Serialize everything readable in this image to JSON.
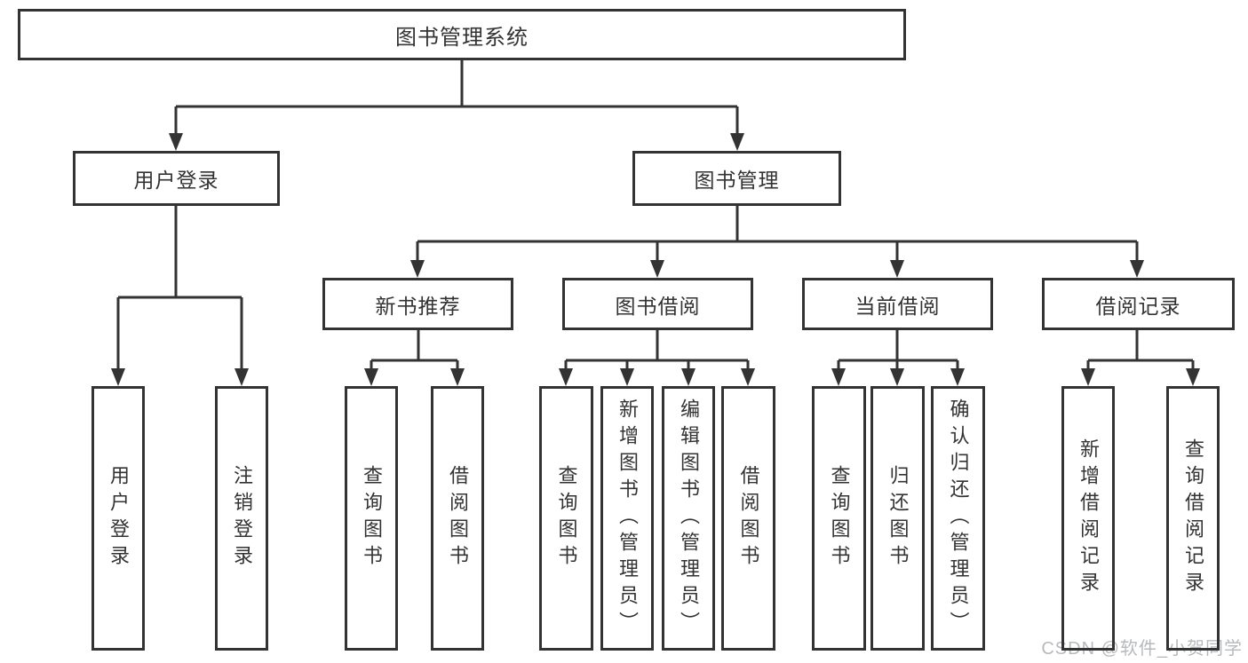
{
  "tree": {
    "root": "图书管理系统",
    "branches": [
      {
        "label": "用户登录",
        "children": [
          "用户登录",
          "注销登录"
        ]
      },
      {
        "label": "图书管理",
        "modules": [
          {
            "label": "新书推荐",
            "children": [
              "查询图书",
              "借阅图书"
            ]
          },
          {
            "label": "图书借阅",
            "children": [
              "查询图书",
              "新增图书（管理员）",
              "编辑图书（管理员）",
              "借阅图书"
            ]
          },
          {
            "label": "当前借阅",
            "children": [
              "查询图书",
              "归还图书",
              "确认归还（管理员）"
            ]
          },
          {
            "label": "借阅记录",
            "children": [
              "新增借阅记录",
              "查询借阅记录"
            ]
          }
        ]
      }
    ]
  },
  "watermark": {
    "text": "CSDN @软件_小贺同学"
  },
  "colors": {
    "line": "#333333",
    "box_border": "#333333",
    "text": "#333333",
    "watermark": "#b7babd",
    "background": "#ffffff"
  }
}
